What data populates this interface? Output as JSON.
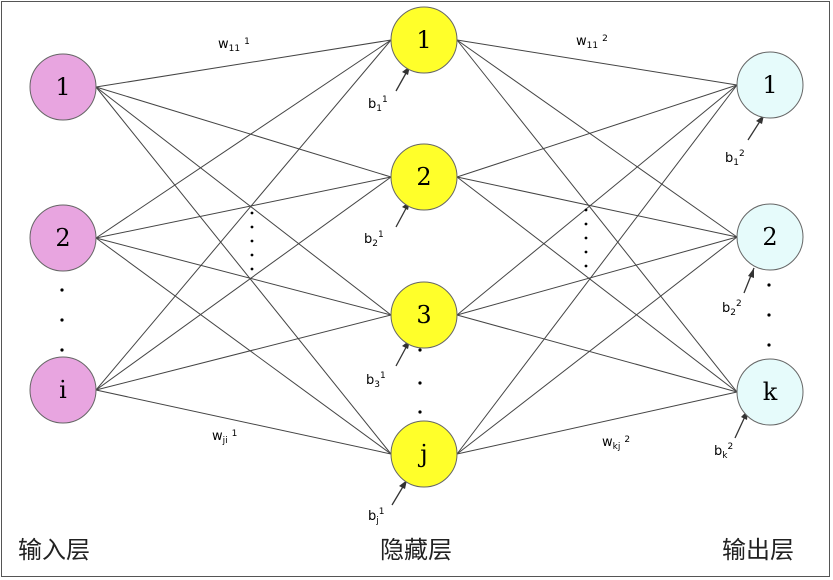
{
  "layers": {
    "input": {
      "name": "输入层",
      "color": "#e8a5e0",
      "nodes": [
        "1",
        "2",
        "i"
      ]
    },
    "hidden": {
      "name": "隐藏层",
      "color": "#ffff2a",
      "nodes": [
        "1",
        "2",
        "3",
        "j"
      ]
    },
    "output": {
      "name": "输出层",
      "color": "#e6fbfb",
      "nodes": [
        "1",
        "2",
        "k"
      ]
    }
  },
  "weights": {
    "w11_1": {
      "base": "w",
      "sub": "11",
      "sup": "1"
    },
    "wji_1": {
      "base": "w",
      "sub": "ji",
      "sup": "1"
    },
    "w11_2": {
      "base": "w",
      "sub": "11",
      "sup": "2"
    },
    "wkj_2": {
      "base": "w",
      "sub": "kj",
      "sup": "2"
    }
  },
  "biases": {
    "b1_1": {
      "base": "b",
      "sub": "1",
      "sup": "1"
    },
    "b2_1": {
      "base": "b",
      "sub": "2",
      "sup": "1"
    },
    "b3_1": {
      "base": "b",
      "sub": "3",
      "sup": "1"
    },
    "bj_1": {
      "base": "b",
      "sub": "j",
      "sup": "1"
    },
    "b1_2": {
      "base": "b",
      "sub": "1",
      "sup": "2"
    },
    "b2_2": {
      "base": "b",
      "sub": "2",
      "sup": "2"
    },
    "bk_2": {
      "base": "b",
      "sub": "k",
      "sup": "2"
    }
  }
}
